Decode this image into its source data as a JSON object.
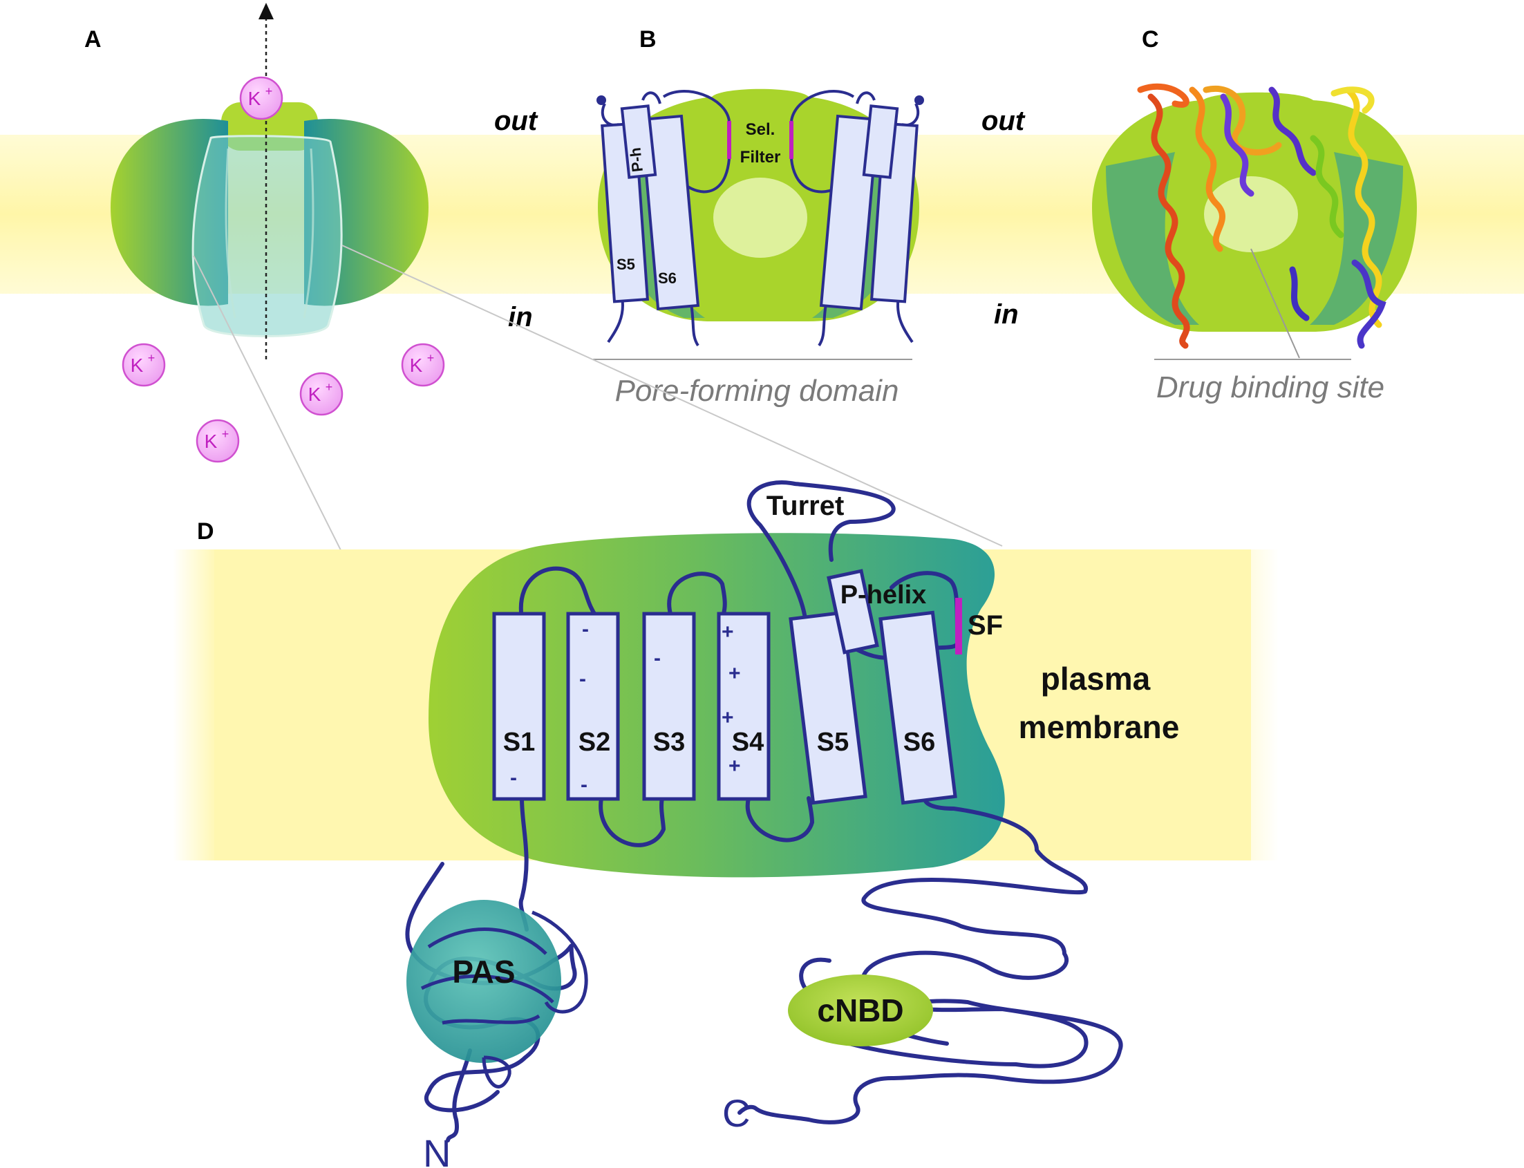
{
  "panels": {
    "a": "A",
    "b": "B",
    "c": "C",
    "d": "D"
  },
  "membrane_sides": {
    "out": "out",
    "in": "in"
  },
  "ion": {
    "symbol": "K",
    "charge": "+"
  },
  "panel_b": {
    "p_helix": "P-h",
    "filter_line1": "Sel.",
    "filter_line2": "Filter",
    "s5": "S5",
    "s6": "S6",
    "caption": "Pore-forming domain"
  },
  "panel_c": {
    "caption": "Drug binding site"
  },
  "panel_d": {
    "segments": [
      "S1",
      "S2",
      "S3",
      "S4",
      "S5",
      "S6"
    ],
    "minus": "-",
    "plus": "+",
    "turret": "Turret",
    "p_helix": "P-helix",
    "sf": "SF",
    "membrane_line1": "plasma",
    "membrane_line2": "membrane",
    "pas": "PAS",
    "cnbd": "cNBD",
    "n_term": "N",
    "c_term": "C"
  },
  "colors": {
    "membrane": "#fff7b0",
    "protein_green": "#9fcf2a",
    "protein_teal": "#2f9e9a",
    "chain": "#2a2d8f",
    "helix_fill": "#e0e6fb",
    "ion": "#f0b0f0",
    "selectivity_filter": "#c020c0"
  }
}
